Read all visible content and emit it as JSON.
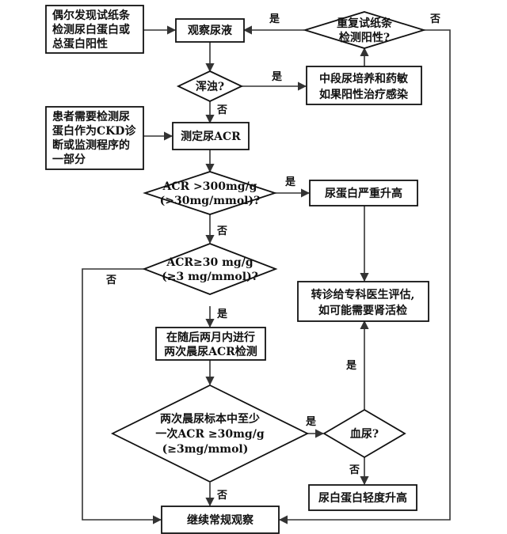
{
  "nodes": {
    "dipstick_positive": [
      "偶尔发现试纸条",
      "检测尿白蛋白或",
      "总蛋白阳性"
    ],
    "observe_urine": [
      "观察尿液"
    ],
    "repeat_dipstick": [
      "重复试纸条",
      "检测阳性?"
    ],
    "cloudy": [
      "浑浊?"
    ],
    "midstream_culture": [
      "中段尿培养和药敏",
      "如果阳性治疗感染"
    ],
    "ckd_patient": [
      "患者需要检测尿",
      "蛋白作为CKD诊",
      "断或监测程序的",
      "一部分"
    ],
    "measure_acr": [
      "测定尿ACR"
    ],
    "acr_300": [
      "ACR >300mg/g",
      "(>30mg/mmol)?"
    ],
    "severe_increase": [
      "尿蛋白严重升高"
    ],
    "acr_30": [
      "ACR≥30 mg/g",
      "(≥3 mg/mmol)?"
    ],
    "refer_specialist": [
      "转诊给专科医生评估,",
      "如可能需要肾活检"
    ],
    "two_morning_tests": [
      "在随后两月内进行",
      "两次晨尿ACR检测"
    ],
    "two_samples_check": [
      "两次晨尿标本中至少",
      "一次ACR ≥30mg/g",
      "(≥3mg/mmol)"
    ],
    "hematuria": [
      "血尿?"
    ],
    "mild_increase": [
      "尿白蛋白轻度升高"
    ],
    "continue_observation": [
      "继续常规观察"
    ]
  },
  "edge_labels": {
    "yes": "是",
    "no": "否"
  }
}
